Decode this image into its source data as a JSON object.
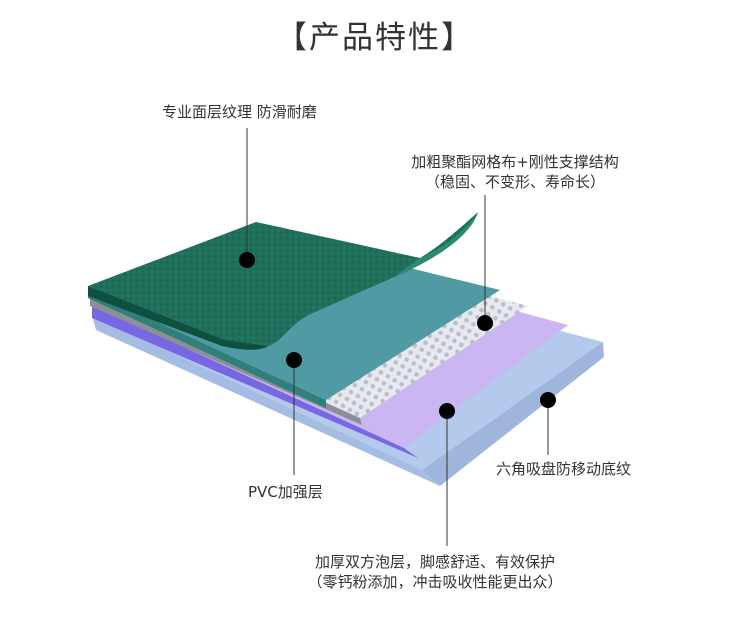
{
  "title": "【产品特性】",
  "labels": {
    "top_surface": "专业面层纹理 防滑耐磨",
    "mesh_line1": "加粗聚酯网格布+刚性支撑结构",
    "mesh_line2": "（稳固、不变形、寿命长）",
    "pvc": "PVC加强层",
    "base": "六角吸盘防移动底纹",
    "foam_line1": "加厚双方泡层，脚感舒适、有效保护",
    "foam_line2": "（零钙粉添加，冲击吸收性能更出众）"
  },
  "colors": {
    "top_green": "#1f6f5a",
    "pvc_teal": "#4f9aa3",
    "mesh": "#dfe1e6",
    "foam": "#c9b6f2",
    "base": "#b4caec",
    "purple_edge": "#6a5fe0"
  }
}
